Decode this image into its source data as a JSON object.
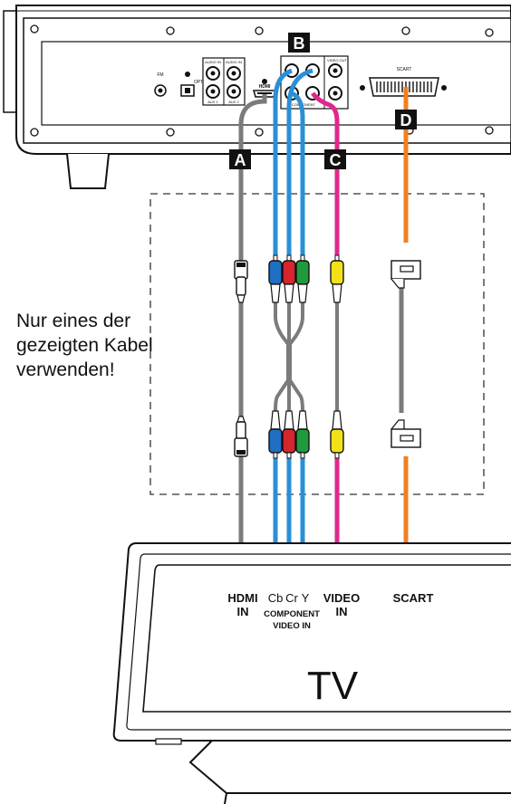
{
  "device": {
    "labels": {
      "hdmi": "HDMI",
      "optical": "OPTICAL IN",
      "audio_in": "AUDIO IN",
      "aux1": "AUX 1",
      "aux2": "AUX 2",
      "video_out": "VIDEO OUT",
      "scart": "SCART",
      "fm": "FM",
      "component": "COMPONENT"
    }
  },
  "markers": {
    "a": "A",
    "b": "B",
    "c": "C",
    "d": "D"
  },
  "note": {
    "line1": "Nur eines der",
    "line2": "gezeigten Kabel",
    "line3": "verwenden!"
  },
  "tv": {
    "label": "TV",
    "hdmi_in_line1": "HDMI",
    "hdmi_in_line2": "IN",
    "component_cb": "Cb",
    "component_cr": "Cr",
    "component_y": "Y",
    "component_line1": "COMPONENT",
    "component_line2": "VIDEO IN",
    "video_in_line1": "VIDEO",
    "video_in_line2": "IN",
    "scart": "SCART"
  },
  "colors": {
    "hdmi_cable": "#7b7b7b",
    "component_cable": "#2a8fd6",
    "video_cable": "#e0288c",
    "scart_cable": "#f07f22",
    "plug_blue": "#1f6fc2",
    "plug_red": "#d4262c",
    "plug_green": "#1f9a3c",
    "plug_yellow": "#f2e11a"
  }
}
